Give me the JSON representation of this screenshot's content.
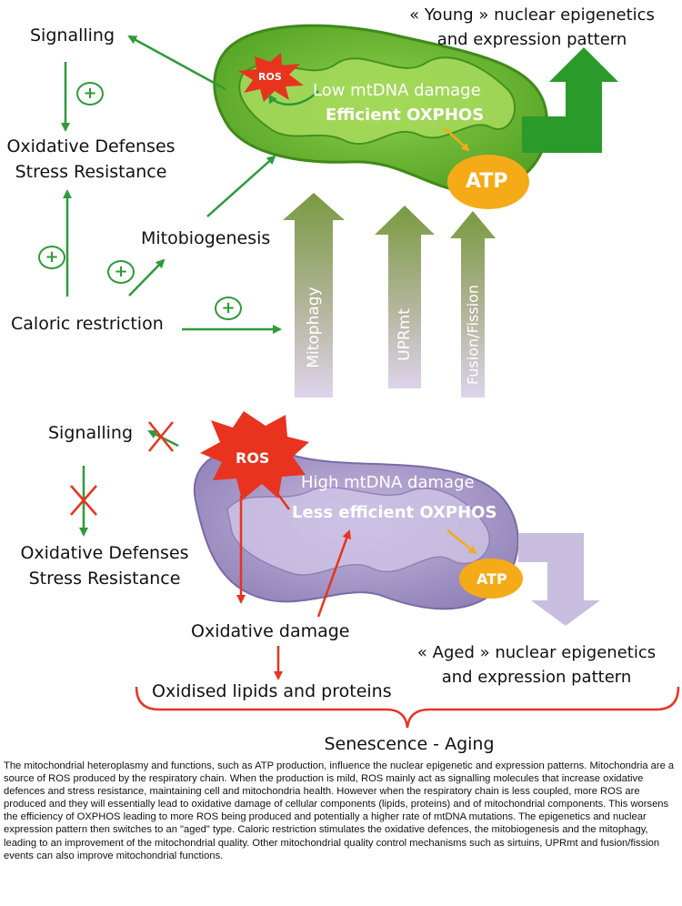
{
  "top": {
    "signalling": "Signalling",
    "defenses_line1": "Oxidative Defenses",
    "defenses_line2": "Stress Resistance",
    "mitobiogenesis": "Mitobiogenesis",
    "caloric_restriction": "Caloric restriction",
    "ros": "ROS",
    "mtdna": "Low mtDNA damage",
    "oxphos": "Efficient OXPHOS",
    "atp": "ATP",
    "young_line1": "« Young » nuclear epigenetics",
    "young_line2": "and expression pattern",
    "plus": "+"
  },
  "mechanisms": {
    "mitophagy": "Mitophagy",
    "uprmt": "UPRmt",
    "fusion": "Fusion/Fission"
  },
  "bottom": {
    "signalling": "Signalling",
    "defenses_line1": "Oxidative Defenses",
    "defenses_line2": "Stress Resistance",
    "ros": "ROS",
    "mtdna": "High mtDNA damage",
    "oxphos": "Less efficient OXPHOS",
    "atp": "ATP",
    "oxidative_damage": "Oxidative damage",
    "oxidised": "Oxidised lipids and proteins",
    "aged_line1": "« Aged » nuclear epigenetics",
    "aged_line2": "and expression pattern",
    "senescence": "Senescence - Aging"
  },
  "caption": "The mitochondrial heteroplasmy and functions, such as ATP production, influence the nuclear epigenetic and expression patterns. Mitochondria are a source of ROS produced by the respiratory chain. When the production is mild, ROS mainly act as signalling molecules that increase oxidative defences and stress resistance, maintaining cell and mitochondria health. However when the respiratory chain is less coupled, more ROS are produced and they will essentially lead to oxidative damage of cellular components (lipids, proteins) and of mitochondrial components. This worsens the efficiency of OXPHOS leading to more ROS being produced and potentially a higher rate of mtDNA mutations. The epigenetics and nuclear expression pattern then switches to an \"aged\" type. Caloric restriction stimulates the oxidative defences, the mitobiogenesis and the mitophagy, leading to an improvement of the mitochondrial quality. Other mitochondrial quality control mechanisms such as sirtuins, UPRmt and fusion/fission events can also improve mitochondrial functions.",
  "colors": {
    "green": "#2e9a3a",
    "red": "#e8331f",
    "atp": "#f5ab17",
    "healthy_mito": "#7cc242",
    "aged_mito": "#b7a8d4",
    "mechanism_arrow_top": "#7b9a45",
    "mechanism_arrow_bottom": "#d8cfe6"
  }
}
